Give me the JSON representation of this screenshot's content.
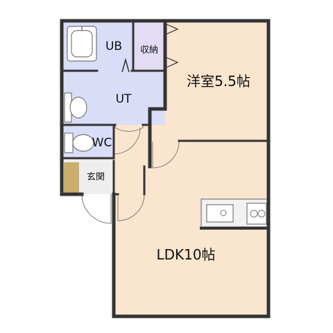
{
  "rooms": {
    "ub": "UB",
    "storage": "収納",
    "western_room": "洋室5.5帖",
    "ut": "UT",
    "wc": "WC",
    "entrance": "玄関",
    "ldk": "LDK10帖"
  },
  "colors": {
    "wall": "#333333",
    "room_floor": "#fae5cf",
    "wet_area": "#d9ddf8",
    "storage": "#e2dcf4",
    "entrance_floor": "#eeeeee",
    "shoe_box": "#c9ae6e",
    "fixture_line": "#777777",
    "background": "#ffffff"
  }
}
